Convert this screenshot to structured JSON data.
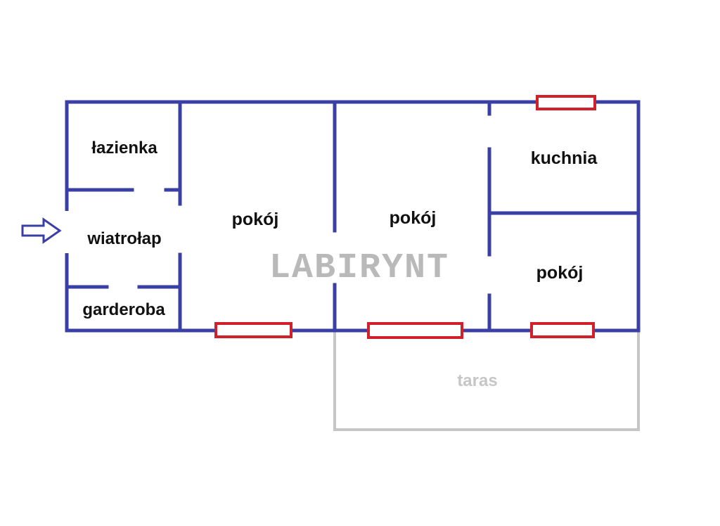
{
  "colors": {
    "wall": "#3a3fa6",
    "window": "#d0202a",
    "terrace": "#c6c6c6",
    "watermark": "#b9b9b9",
    "arrow": "#3a3fa6"
  },
  "icons": {
    "entrance": "entrance-arrow-icon"
  },
  "watermark": "LABIRYNT",
  "rooms": {
    "bathroom": "łazienka",
    "vestibule": "wiatrołap",
    "wardrobe": "garderoba",
    "room1": "pokój",
    "room2": "pokój",
    "kitchen": "kuchnia",
    "room3": "pokój"
  },
  "terrace": "taras"
}
